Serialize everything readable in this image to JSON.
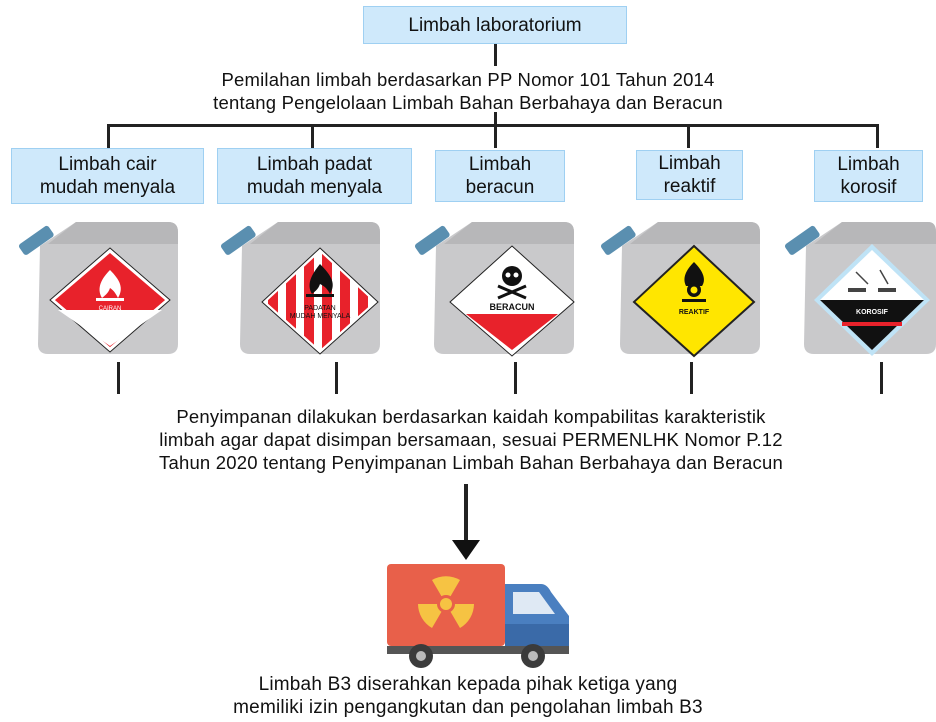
{
  "title": "Limbah laboratorium",
  "sorting_text": "Pemilahan limbah berdasarkan  PP Nomor 101 Tahun 2014\ntentang Pengelolaan Limbah Bahan Berbahaya dan Beracun",
  "categories": [
    {
      "label": "Limbah cair\nmudah menyala",
      "sign_text": "CAIRAN\nMUDAH MENYALA",
      "icon": "flame-icon"
    },
    {
      "label": "Limbah padat\nmudah menyala",
      "sign_text": "PADATAN\nMUDAH MENYALA",
      "icon": "flame-icon"
    },
    {
      "label": "Limbah\nberacun",
      "sign_text": "BERACUN",
      "icon": "skull-crossbones-icon"
    },
    {
      "label": "Limbah\nreaktif",
      "sign_text": "REAKTIF",
      "icon": "flame-over-circle-icon"
    },
    {
      "label": "Limbah\nkorosif",
      "sign_text": "KOROSIF",
      "icon": "corrosion-icon"
    }
  ],
  "storage_text": "Penyimpanan dilakukan berdasarkan kaidah kompabilitas karakteristik\nlimbah agar dapat disimpan bersamaan, sesuai PERMENLHK Nomor P.12\nTahun 2020 tentang Penyimpanan Limbah Bahan Berbahaya dan Beracun",
  "final_text": "Limbah B3 diserahkan kepada pihak ketiga yang\nmemiliki izin pengangkutan dan pengolahan limbah B3",
  "final_icon": "radioactive-truck-icon",
  "colors": {
    "box_fill": "#cfe9fb",
    "can_body": "#c9c9cb",
    "hazard_red": "#e8222b",
    "reactive_yellow": "#ffe600",
    "truck_red": "#e8604a",
    "truck_blue": "#4a7fc0"
  }
}
